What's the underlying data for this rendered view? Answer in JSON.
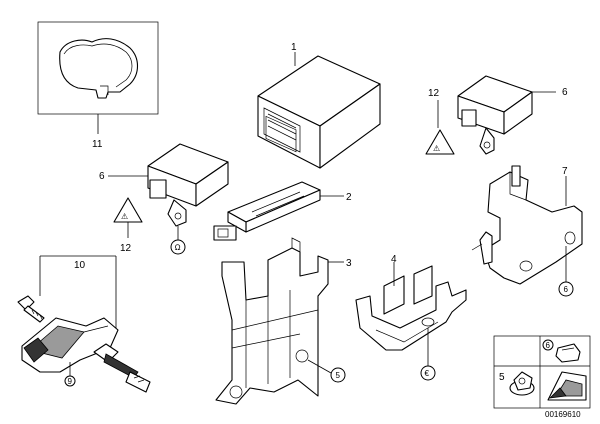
{
  "callouts": {
    "c1": "1",
    "c2": "2",
    "c3": "3",
    "c4": "4",
    "c5": "5",
    "c6a": "6",
    "c6b": "6",
    "c7": "7",
    "c10": "10",
    "c11": "11",
    "c12a": "12",
    "c12b": "12"
  },
  "circled": {
    "m_left": "Ω",
    "m_mid": "5",
    "m_four": "€",
    "m_right": "6",
    "m_sensor": "9",
    "m_legend": "6"
  },
  "warning_glyph": "⚠",
  "legend": {
    "label_five": "5"
  },
  "drawing_number": "00169610"
}
